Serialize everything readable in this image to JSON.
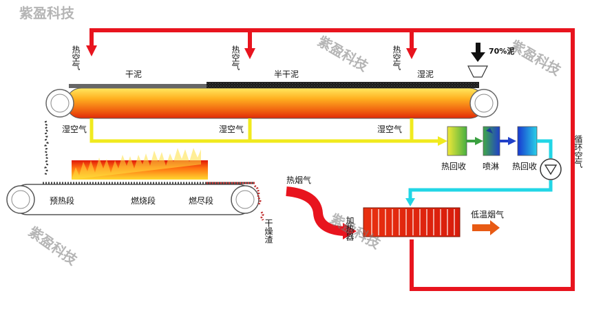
{
  "watermark": "紫盈科技",
  "labels": {
    "hot_air_1": "热空气",
    "hot_air_2": "热空气",
    "hot_air_3": "热空气",
    "mud_70": "70%泥",
    "dry_mud": "干泥",
    "semi_dry_mud": "半干泥",
    "wet_mud": "湿泥",
    "wet_air_1": "湿空气",
    "wet_air_2": "湿空气",
    "wet_air_3": "湿空气",
    "heat_recovery_1": "热回收",
    "spray": "喷淋",
    "heat_recovery_2": "热回收",
    "circulating_air": "循环空气",
    "preheat": "预热段",
    "burning": "燃烧段",
    "burnout": "燃尽段",
    "dry_slag": "干燥渣",
    "hot_flue_gas": "热烟气",
    "heater": "加热器",
    "low_temp_flue_gas": "低温烟气"
  },
  "colors": {
    "hot_air_line": "#e8141e",
    "wet_air_line": "#f0ea1e",
    "cooled_air_line": "#22d6e6",
    "flue_gas": "#e85a14",
    "belt_hot": "#f07010"
  }
}
